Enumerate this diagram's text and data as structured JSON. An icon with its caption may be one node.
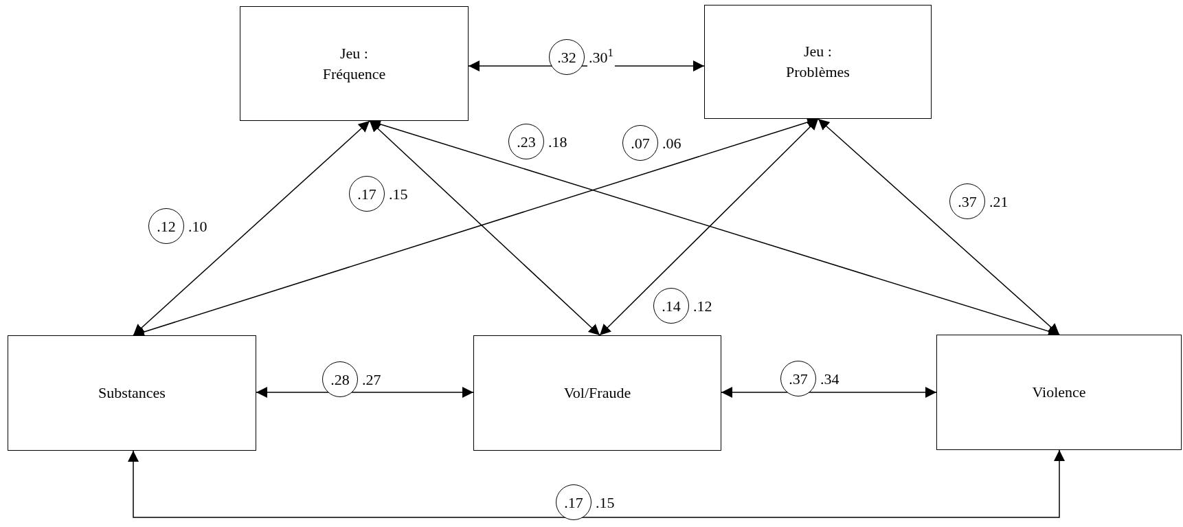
{
  "diagram": {
    "nodes": [
      {
        "text": [
          "Jeu : Fréquence"
        ]
      },
      {
        "text": [
          "Jeu : Problèmes"
        ]
      },
      {
        "text": [
          "Substances"
        ]
      },
      {
        "text": [
          "Vol/Fraude"
        ]
      },
      {
        "text": [
          "Violence"
        ]
      }
    ],
    "edges": [
      {
        "from": 0,
        "to": 1,
        "arrow": "both",
        "label": ".32 .30$^{1}$"
      },
      {
        "from": 0,
        "to": 2,
        "arrow": "both",
        "label": ".12 .10"
      },
      {
        "from": 0,
        "to": 3,
        "arrow": "both",
        "label": ".17 .15"
      },
      {
        "from": 0,
        "to": 4,
        "arrow": "both",
        "label": ".23 .18"
      },
      {
        "from": 1,
        "to": 2,
        "arrow": "both",
        "label": ".07 .06"
      },
      {
        "from": 1,
        "to": 3,
        "arrow": "both",
        "label": ".14 .12"
      },
      {
        "from": 1,
        "to": 4,
        "arrow": "both",
        "label": ".37 .21"
      },
      {
        "from": 2,
        "to": 3,
        "arrow": "both",
        "label": ".28 .27"
      },
      {
        "from": 3,
        "to": 4,
        "arrow": "both",
        "label": ".37 .34"
      },
      {
        "from": 2,
        "to": 4,
        "arrow": "both",
        "label": ".17 .15"
      }
    ]
  }
}
